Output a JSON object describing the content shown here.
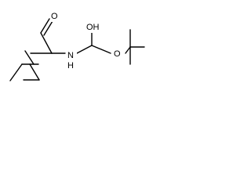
{
  "molecule": {
    "atom_labels": {
      "aldehyde_oxygen": "O",
      "nitrogen": "N",
      "nitrogen_hydrogen": "H",
      "hydroxyl": "OH",
      "ester_oxygen": "O"
    }
  }
}
